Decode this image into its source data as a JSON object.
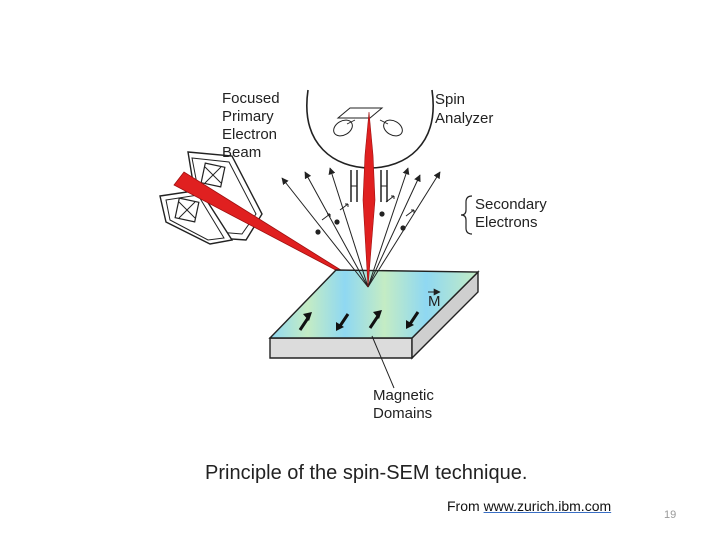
{
  "labels": {
    "beam": [
      "Focused",
      "Primary",
      "Electron",
      "Beam"
    ],
    "analyzer": [
      "Spin",
      "Analyzer"
    ],
    "secondary": [
      "Secondary",
      "Electrons"
    ],
    "magnetization": "M",
    "domains": [
      "Magnetic",
      "Domains"
    ]
  },
  "caption": "Principle of the spin-SEM technique.",
  "source": {
    "prefix": "From ",
    "link_text": "www.zurich.ibm.com"
  },
  "slide_number": "19",
  "colors": {
    "beam_red": "#e02020",
    "sample_green": "#c4ecc4",
    "sample_blue": "#8fd8f2",
    "sample_side": "#dcdcdc",
    "line": "#222222"
  }
}
